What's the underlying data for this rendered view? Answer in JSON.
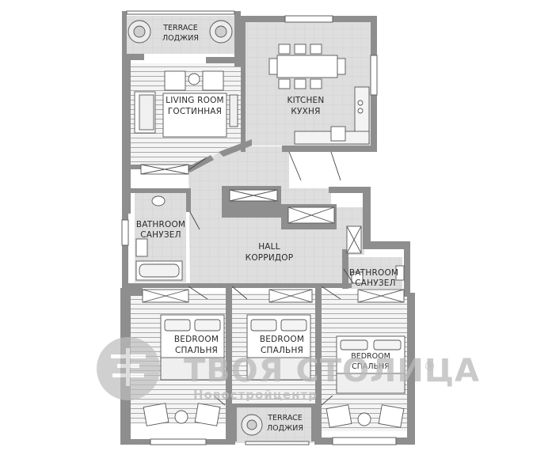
{
  "rooms": {
    "terrace_top": {
      "en": "TERRACE",
      "ru": "ЛОДЖИЯ"
    },
    "living": {
      "en": "LIVING ROOM",
      "ru": "ГОСТИННАЯ"
    },
    "kitchen": {
      "en": "KITCHEN",
      "ru": "КУХНЯ"
    },
    "bathroom_left": {
      "en": "BATHROOM",
      "ru": "САНУЗЕЛ"
    },
    "hall": {
      "en": "HALL",
      "ru": "КОРРИДОР"
    },
    "bathroom_right": {
      "en": "BATHROOM",
      "ru": "САНУЗЕЛ"
    },
    "bedroom_1": {
      "en": "BEDROOM",
      "ru": "СПАЛЬНЯ"
    },
    "bedroom_2": {
      "en": "BEDROOM",
      "ru": "СПАЛЬНЯ"
    },
    "bedroom_3": {
      "en": "BEDROOM",
      "ru": "СПАЛЬНЯ"
    },
    "terrace_bottom": {
      "en": "TERRACE",
      "ru": "ЛОДЖИЯ"
    }
  },
  "watermark": {
    "brand": "ТВОЯ СТОЛИЦА",
    "registered": "®",
    "sub": "Новостройцентр"
  },
  "colors": {
    "wall": "#8e8e8e",
    "floor_tile": "#dcdcdc",
    "floor_wood_line": "#9a9a9a",
    "furniture": "#ffffff"
  }
}
